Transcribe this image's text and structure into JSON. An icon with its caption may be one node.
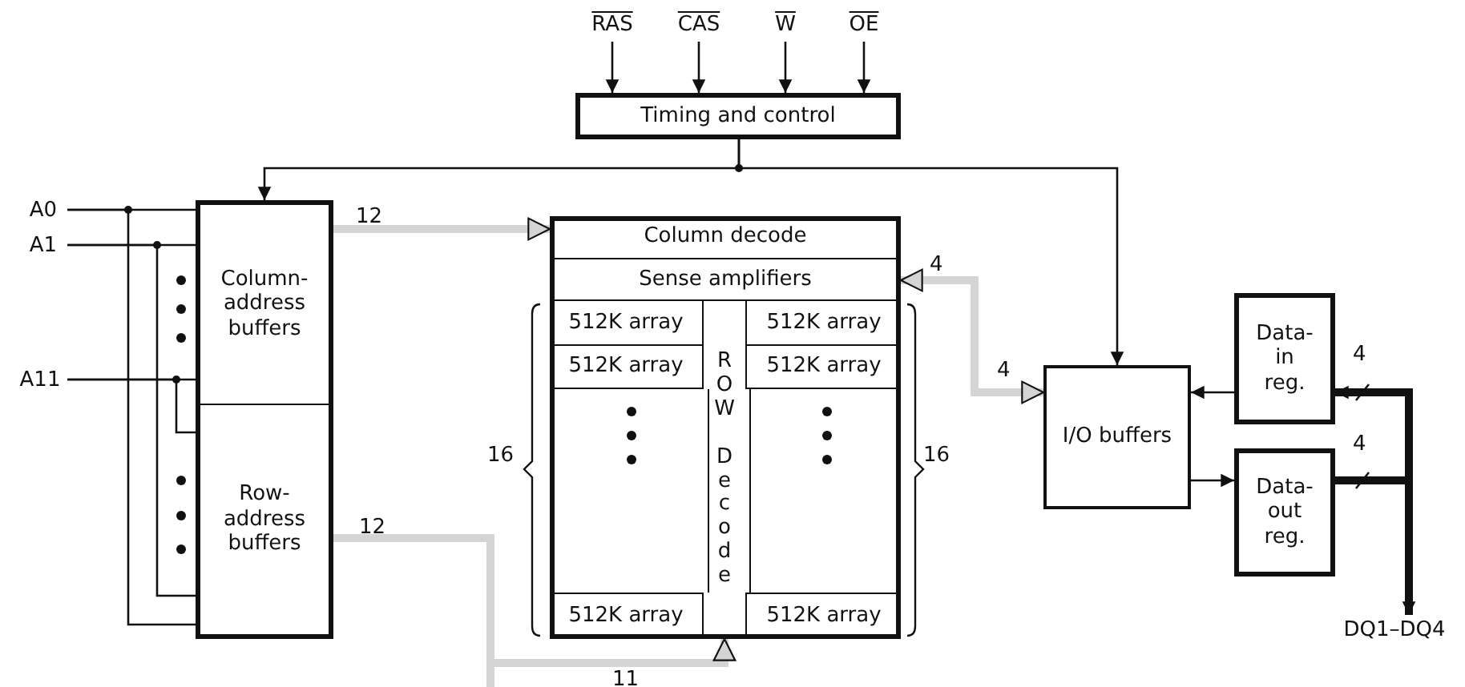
{
  "diagram": {
    "nodes": [
      {
        "text": [
          "RAS"
        ]
      },
      {
        "text": [
          "CAS"
        ]
      },
      {
        "text": [
          "W"
        ]
      },
      {
        "text": [
          "OE"
        ]
      },
      {
        "text": [
          "Timing and control"
        ]
      },
      {
        "text": [
          "A0"
        ]
      },
      {
        "text": [
          "A1"
        ]
      },
      {
        "text": [
          "A11"
        ]
      },
      {
        "text": [
          "Column-address buffers"
        ]
      },
      {
        "text": [
          "Row-address buffers"
        ]
      },
      {
        "text": [],
        "shape": "box"
      },
      {
        "text": [
          "Column decode"
        ],
        "in": 10
      },
      {
        "text": [
          "Sense amplifiers"
        ],
        "in": 10
      },
      {
        "text": [
          "512K array"
        ],
        "in": 10
      },
      {
        "text": [
          "ROW Decode"
        ],
        "in": 10
      },
      {
        "text": [
          "512K array"
        ],
        "in": 10
      },
      {
        "text": [
          "512K array"
        ],
        "in": 10
      },
      {
        "text": [
          "512K array"
        ],
        "in": 10
      },
      {
        "text": [
          "512K array"
        ],
        "in": 10
      },
      {
        "text": [
          "512K array"
        ],
        "in": 10
      },
      {
        "text": [
          "I/O buffers"
        ]
      },
      {
        "text": [
          "Data-in reg."
        ]
      },
      {
        "text": [
          "Data-out reg."
        ]
      },
      {
        "text": [
          "DQ1–DQ4"
        ]
      }
    ],
    "edges": [
      {
        "from": 0,
        "to": 4,
        "arrow": "to"
      },
      {
        "from": 1,
        "to": 4,
        "arrow": "to"
      },
      {
        "from": 2,
        "to": 4,
        "arrow": "to"
      },
      {
        "from": 3,
        "to": 4,
        "arrow": "to"
      },
      {
        "from": 4,
        "to": 8,
        "arrow": "to"
      },
      {
        "from": 4,
        "to": 20,
        "arrow": "to"
      },
      {
        "from": 5,
        "to": 8,
        "arrow": "none"
      },
      {
        "from": 5,
        "to": 9,
        "arrow": "none"
      },
      {
        "from": 6,
        "to": 8,
        "arrow": "none"
      },
      {
        "from": 6,
        "to": 9,
        "arrow": "none"
      },
      {
        "from": 7,
        "to": 8,
        "arrow": "none"
      },
      {
        "from": 7,
        "to": 9,
        "arrow": "none"
      },
      {
        "from": 8,
        "to": 11,
        "arrow": "to",
        "label": "12",
        "style": "thick",
        "color": "#d4d4d4"
      },
      {
        "from": 9,
        "to": 14,
        "arrow": "to",
        "label": "11",
        "style": "thick",
        "color": "#d4d4d4"
      },
      {
        "from": 9,
        "to": null,
        "arrow": "none",
        "style": "thick",
        "color": "#d4d4d4"
      },
      {
        "from": 12,
        "to": 20,
        "arrow": "both",
        "label": "4",
        "style": "thick",
        "color": "#d4d4d4"
      },
      {
        "from": 21,
        "to": 20,
        "arrow": "to"
      },
      {
        "from": 20,
        "to": 22,
        "arrow": "to"
      },
      {
        "from": 22,
        "to": 23,
        "arrow": "to",
        "style": "thick"
      },
      {
        "from": 23,
        "to": 21,
        "arrow": "to",
        "style": "thick"
      }
    ],
    "labels": [
      "4",
      "4",
      "16",
      "16",
      "4",
      "12"
    ]
  }
}
